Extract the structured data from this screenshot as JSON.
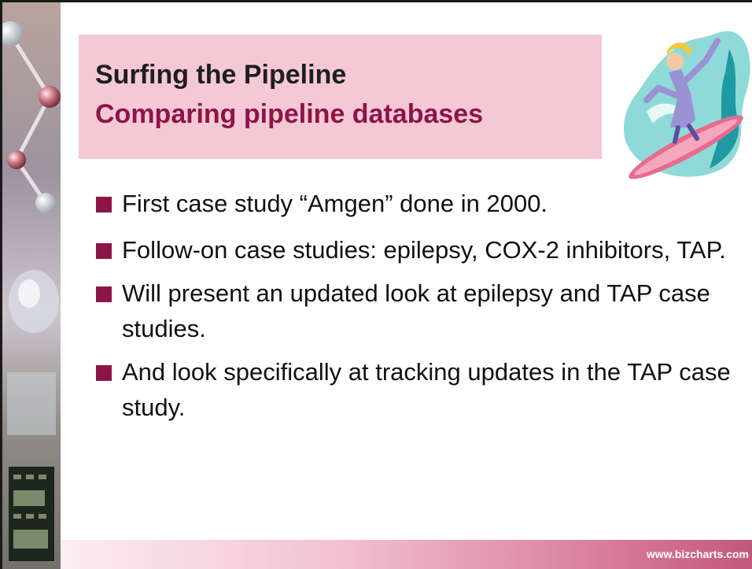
{
  "slide": {
    "title": "Surfing the Pipeline",
    "subtitle": "Comparing pipeline databases",
    "bullets": [
      "First case study “Amgen” done in 2000.",
      "Follow-on case studies: epilepsy, COX-2 inhibitors, TAP.",
      "Will present an updated look at epilepsy and TAP case studies.",
      "And look specifically at tracking updates in the TAP case study."
    ],
    "footer_url": "www.bizcharts.com"
  },
  "icons": [
    "molecular-collage-strip",
    "surfer-clipart"
  ],
  "colors": {
    "accent": "#8c1448",
    "title_band": "#f4c8d5",
    "title_text": "#1e1e1e",
    "footer_start": "#fbeef2",
    "footer_end": "#c2587d"
  }
}
